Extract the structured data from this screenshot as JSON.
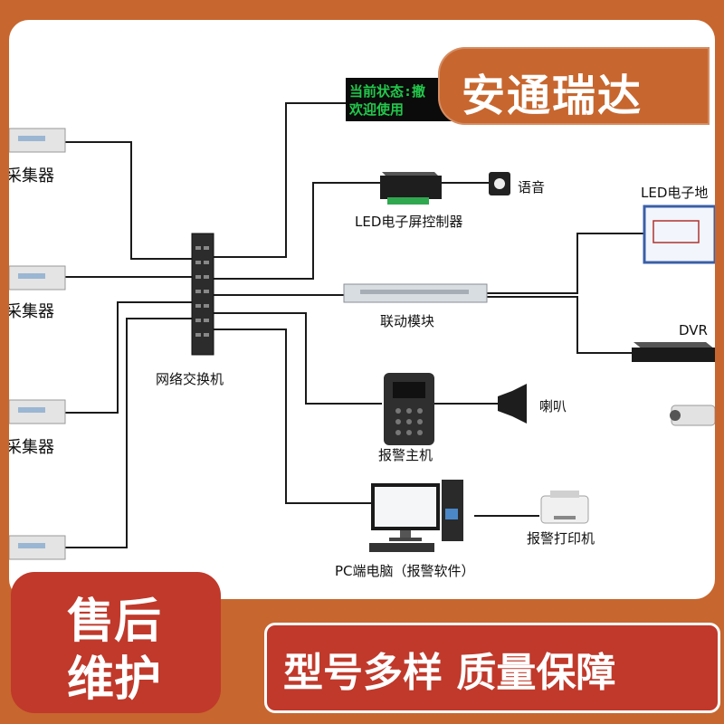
{
  "brand": {
    "name": "安通瑞达"
  },
  "led_display": {
    "line1": "当前状态:撤",
    "line2": "欢迎使用"
  },
  "devices": {
    "collector_label": "采集器",
    "switch": "网络交换机",
    "led_controller": "LED电子屏控制器",
    "voice": "语音",
    "linkage_module": "联动模块",
    "led_map": "LED电子地",
    "dvr": "DVR",
    "alarm_host": "报警主机",
    "horn": "喇叭",
    "pc": "PC端电脑（报警软件）",
    "printer": "报警打印机"
  },
  "footer": {
    "service_line1": "售后",
    "service_line2": "维护",
    "slogan": "型号多样 质量保障"
  },
  "colors": {
    "background": "#c7662e",
    "accent": "#c0392b",
    "line": "#1a1a1a"
  }
}
